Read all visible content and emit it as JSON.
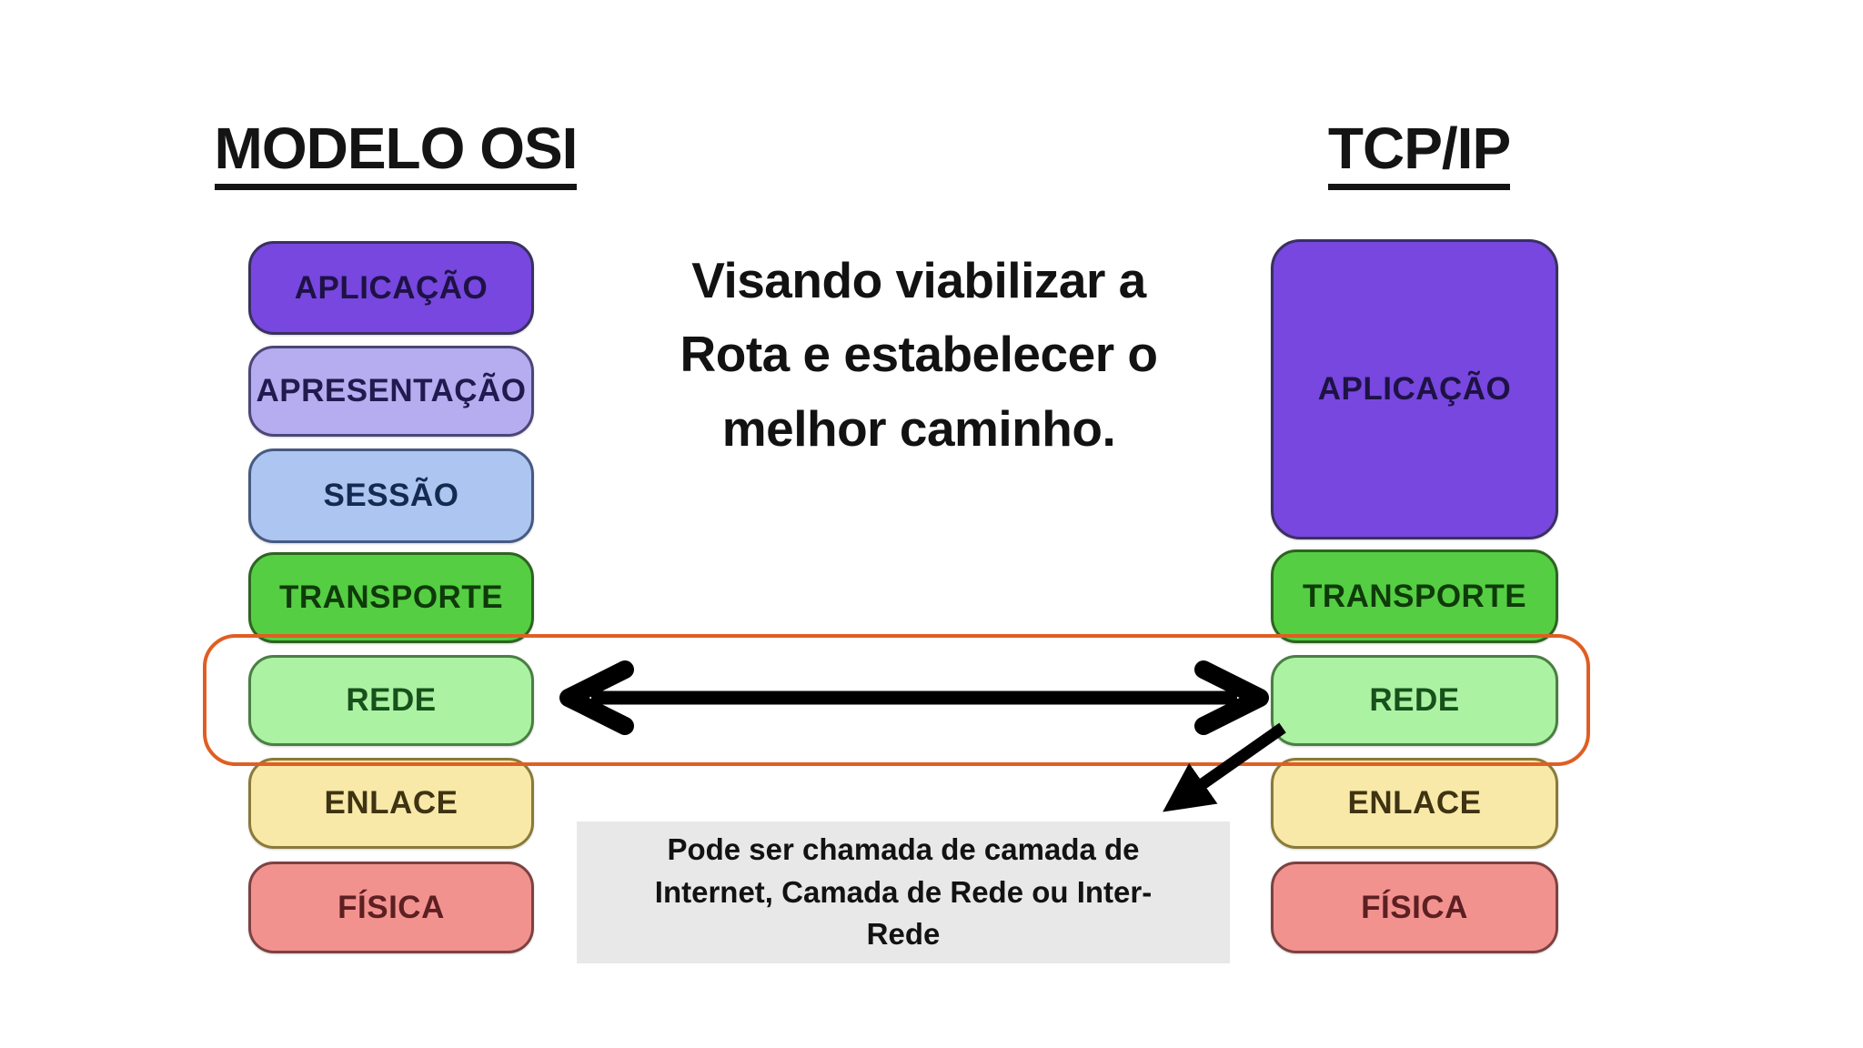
{
  "osi": {
    "title": "MODELO OSI",
    "layers": [
      {
        "label": "APLICAÇÃO",
        "fill": "#7747df",
        "border": "#3a3060",
        "text": "#1e1245"
      },
      {
        "label": "APRESENTAÇÃO",
        "fill": "#b5adf0",
        "border": "#4c4678",
        "text": "#221a4f"
      },
      {
        "label": "SESSÃO",
        "fill": "#adc6f1",
        "border": "#465a83",
        "text": "#152a50"
      },
      {
        "label": "TRANSPORTE",
        "fill": "#55ce43",
        "border": "#2e6321",
        "text": "#0f3a09"
      },
      {
        "label": "REDE",
        "fill": "#abf2a3",
        "border": "#4a7f43",
        "text": "#17501a"
      },
      {
        "label": "ENLACE",
        "fill": "#f9e9a8",
        "border": "#8a7a3a",
        "text": "#3e3312"
      },
      {
        "label": "FÍSICA",
        "fill": "#f2928f",
        "border": "#7c4242",
        "text": "#5c1f22"
      }
    ]
  },
  "tcpip": {
    "title": "TCP/IP",
    "layers": [
      {
        "label": "APLICAÇÃO",
        "fill": "#7747df",
        "border": "#3a3060",
        "text": "#1e1245"
      },
      {
        "label": "TRANSPORTE",
        "fill": "#55ce43",
        "border": "#2e6321",
        "text": "#0f3a09"
      },
      {
        "label": "REDE",
        "fill": "#abf2a3",
        "border": "#4a7f43",
        "text": "#17501a"
      },
      {
        "label": "ENLACE",
        "fill": "#f9e9a8",
        "border": "#8a7a3a",
        "text": "#3e3312"
      },
      {
        "label": "FÍSICA",
        "fill": "#f2928f",
        "border": "#7c4242",
        "text": "#5c1f22"
      }
    ]
  },
  "annotations": {
    "center_note": "Visando viabilizar a\nRota e estabelecer o\nmelhor caminho.",
    "gray_note": "Pode ser chamada de camada de\nInternet, Camada de Rede ou Inter-\nRede",
    "gray_note_bg": "#e8e8e8",
    "highlight_color": "#e05e23",
    "arrow_color": "#000000"
  }
}
